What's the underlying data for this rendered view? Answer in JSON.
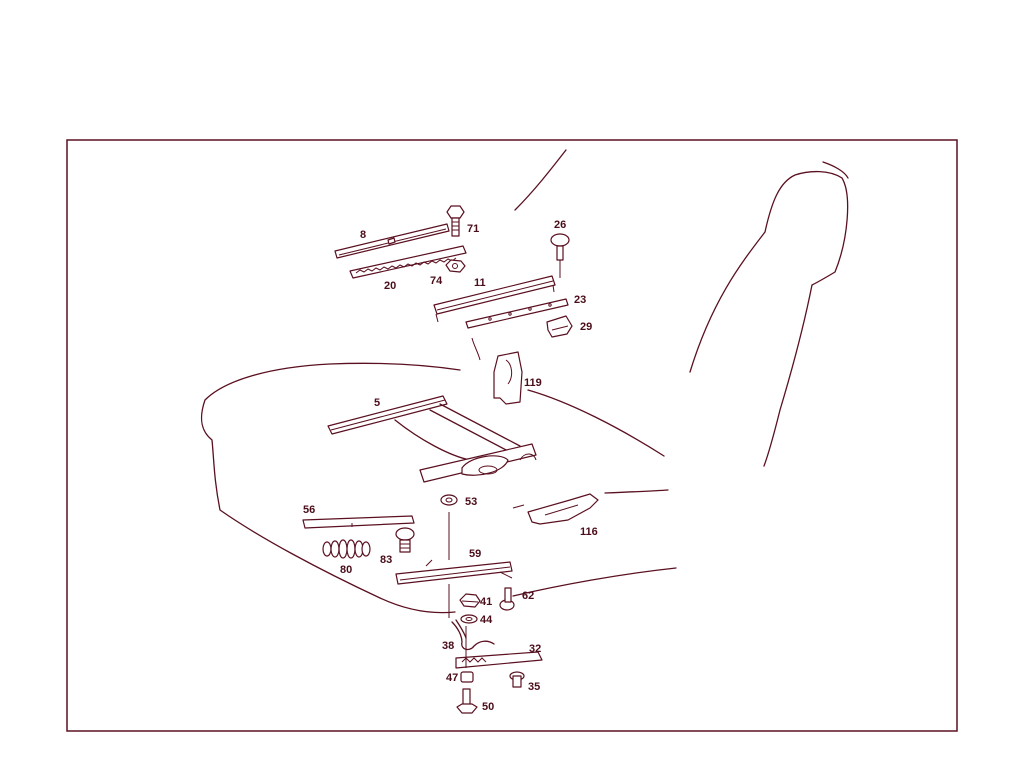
{
  "diagram": {
    "parts": [
      {
        "id": "p8",
        "label": "8"
      },
      {
        "id": "p71",
        "label": "71"
      },
      {
        "id": "p20",
        "label": "20"
      },
      {
        "id": "p74",
        "label": "74"
      },
      {
        "id": "p26",
        "label": "26"
      },
      {
        "id": "p11",
        "label": "11"
      },
      {
        "id": "p23",
        "label": "23"
      },
      {
        "id": "p29",
        "label": "29"
      },
      {
        "id": "p119",
        "label": "119"
      },
      {
        "id": "p5",
        "label": "5"
      },
      {
        "id": "p53",
        "label": "53"
      },
      {
        "id": "p116",
        "label": "116"
      },
      {
        "id": "p56",
        "label": "56"
      },
      {
        "id": "p83",
        "label": "83"
      },
      {
        "id": "p80",
        "label": "80"
      },
      {
        "id": "p59",
        "label": "59"
      },
      {
        "id": "p41",
        "label": "41"
      },
      {
        "id": "p62",
        "label": "62"
      },
      {
        "id": "p44",
        "label": "44"
      },
      {
        "id": "p38",
        "label": "38"
      },
      {
        "id": "p32",
        "label": "32"
      },
      {
        "id": "p47",
        "label": "47"
      },
      {
        "id": "p35",
        "label": "35"
      },
      {
        "id": "p50",
        "label": "50"
      }
    ]
  },
  "colors": {
    "line": "#5a1020",
    "label": "#4a0d1a",
    "frame": "#5a1020"
  }
}
